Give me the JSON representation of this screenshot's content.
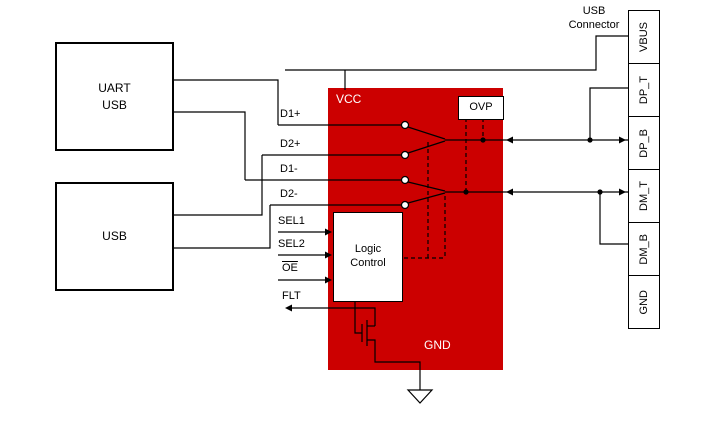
{
  "colors": {
    "ic_red": "#cc0000",
    "wire_black": "#000000",
    "background_white": "#ffffff"
  },
  "source_blocks": {
    "uart_usb": {
      "line1": "UART",
      "line2": "USB"
    },
    "usb": {
      "label": "USB"
    }
  },
  "ic": {
    "vcc_pin": "VCC",
    "gnd_pin": "GND",
    "ovp_block": "OVP",
    "logic_block": {
      "line1": "Logic",
      "line2": "Control"
    }
  },
  "signals": {
    "d1_plus": "D1+",
    "d2_plus": "D2+",
    "d1_minus": "D1-",
    "d2_minus": "D2-",
    "sel1": "SEL1",
    "sel2": "SEL2",
    "oe": "OE",
    "flt": "FLT"
  },
  "connector": {
    "title_line1": "USB",
    "title_line2": "Connector",
    "pins": [
      "VBUS",
      "DP_T",
      "DP_B",
      "DM_T",
      "DM_B",
      "GND"
    ]
  }
}
